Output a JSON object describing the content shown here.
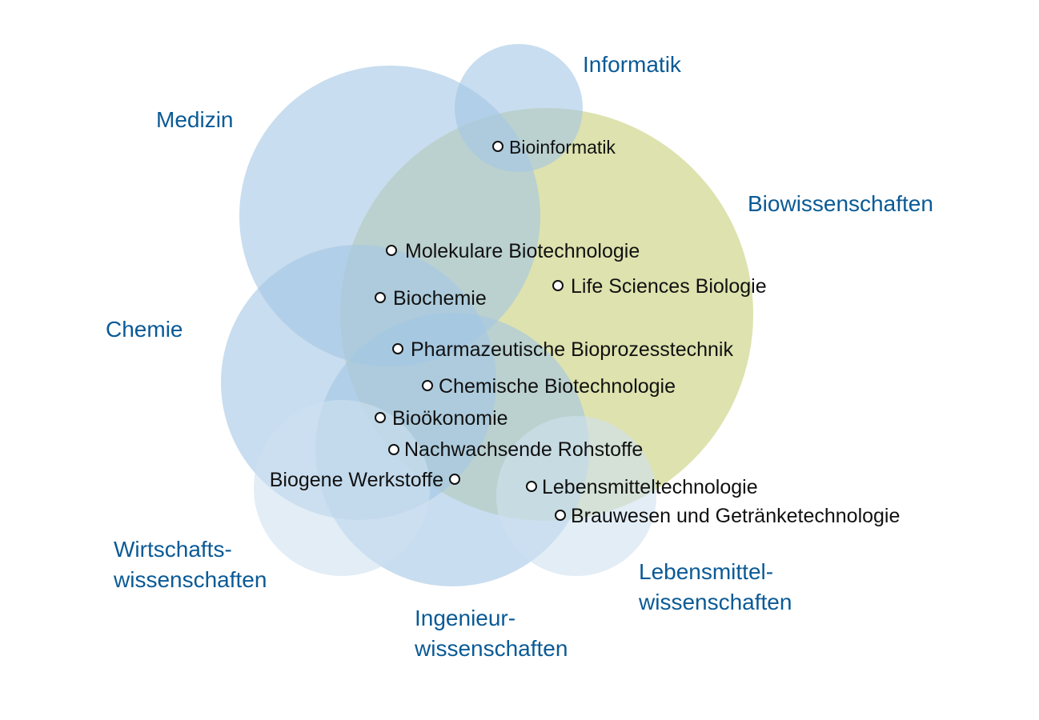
{
  "colors": {
    "field_label": "#0a5a96",
    "program_label": "#111111",
    "blue_circle": "#a3c6e4",
    "light_blue_circle": "#cfe1f0",
    "biowissenschaften_circle": "#c8cf78"
  },
  "fields": {
    "informatik": "Informatik",
    "medizin": "Medizin",
    "biowissenschaften": "Biowissenschaften",
    "chemie": "Chemie",
    "wirtschaft_line1": "Wirtschafts-",
    "wirtschaft_line2": "wissenschaften",
    "ingenieur_line1": "Ingenieur-",
    "ingenieur_line2": "wissenschaften",
    "lebensmittel_line1": "Lebensmittel-",
    "lebensmittel_line2": "wissenschaften"
  },
  "programs": {
    "bioinformatik": "Bioinformatik",
    "molekulare_biotechnologie": "Molekulare Biotechnologie",
    "life_sciences_biologie": "Life Sciences Biologie",
    "biochemie": "Biochemie",
    "pharmazeutische_bioprozesstechnik": "Pharmazeutische Bioprozesstechnik",
    "chemische_biotechnologie": "Chemische Biotechnologie",
    "biooekonomie": "Bioökonomie",
    "nachwachsende_rohstoffe": "Nachwachsende Rohstoffe",
    "biogene_werkstoffe": "Biogene Werkstoffe",
    "lebensmitteltechnologie": "Lebensmitteltechnologie",
    "brauwesen": "Brauwesen und Getränketechnologie"
  }
}
